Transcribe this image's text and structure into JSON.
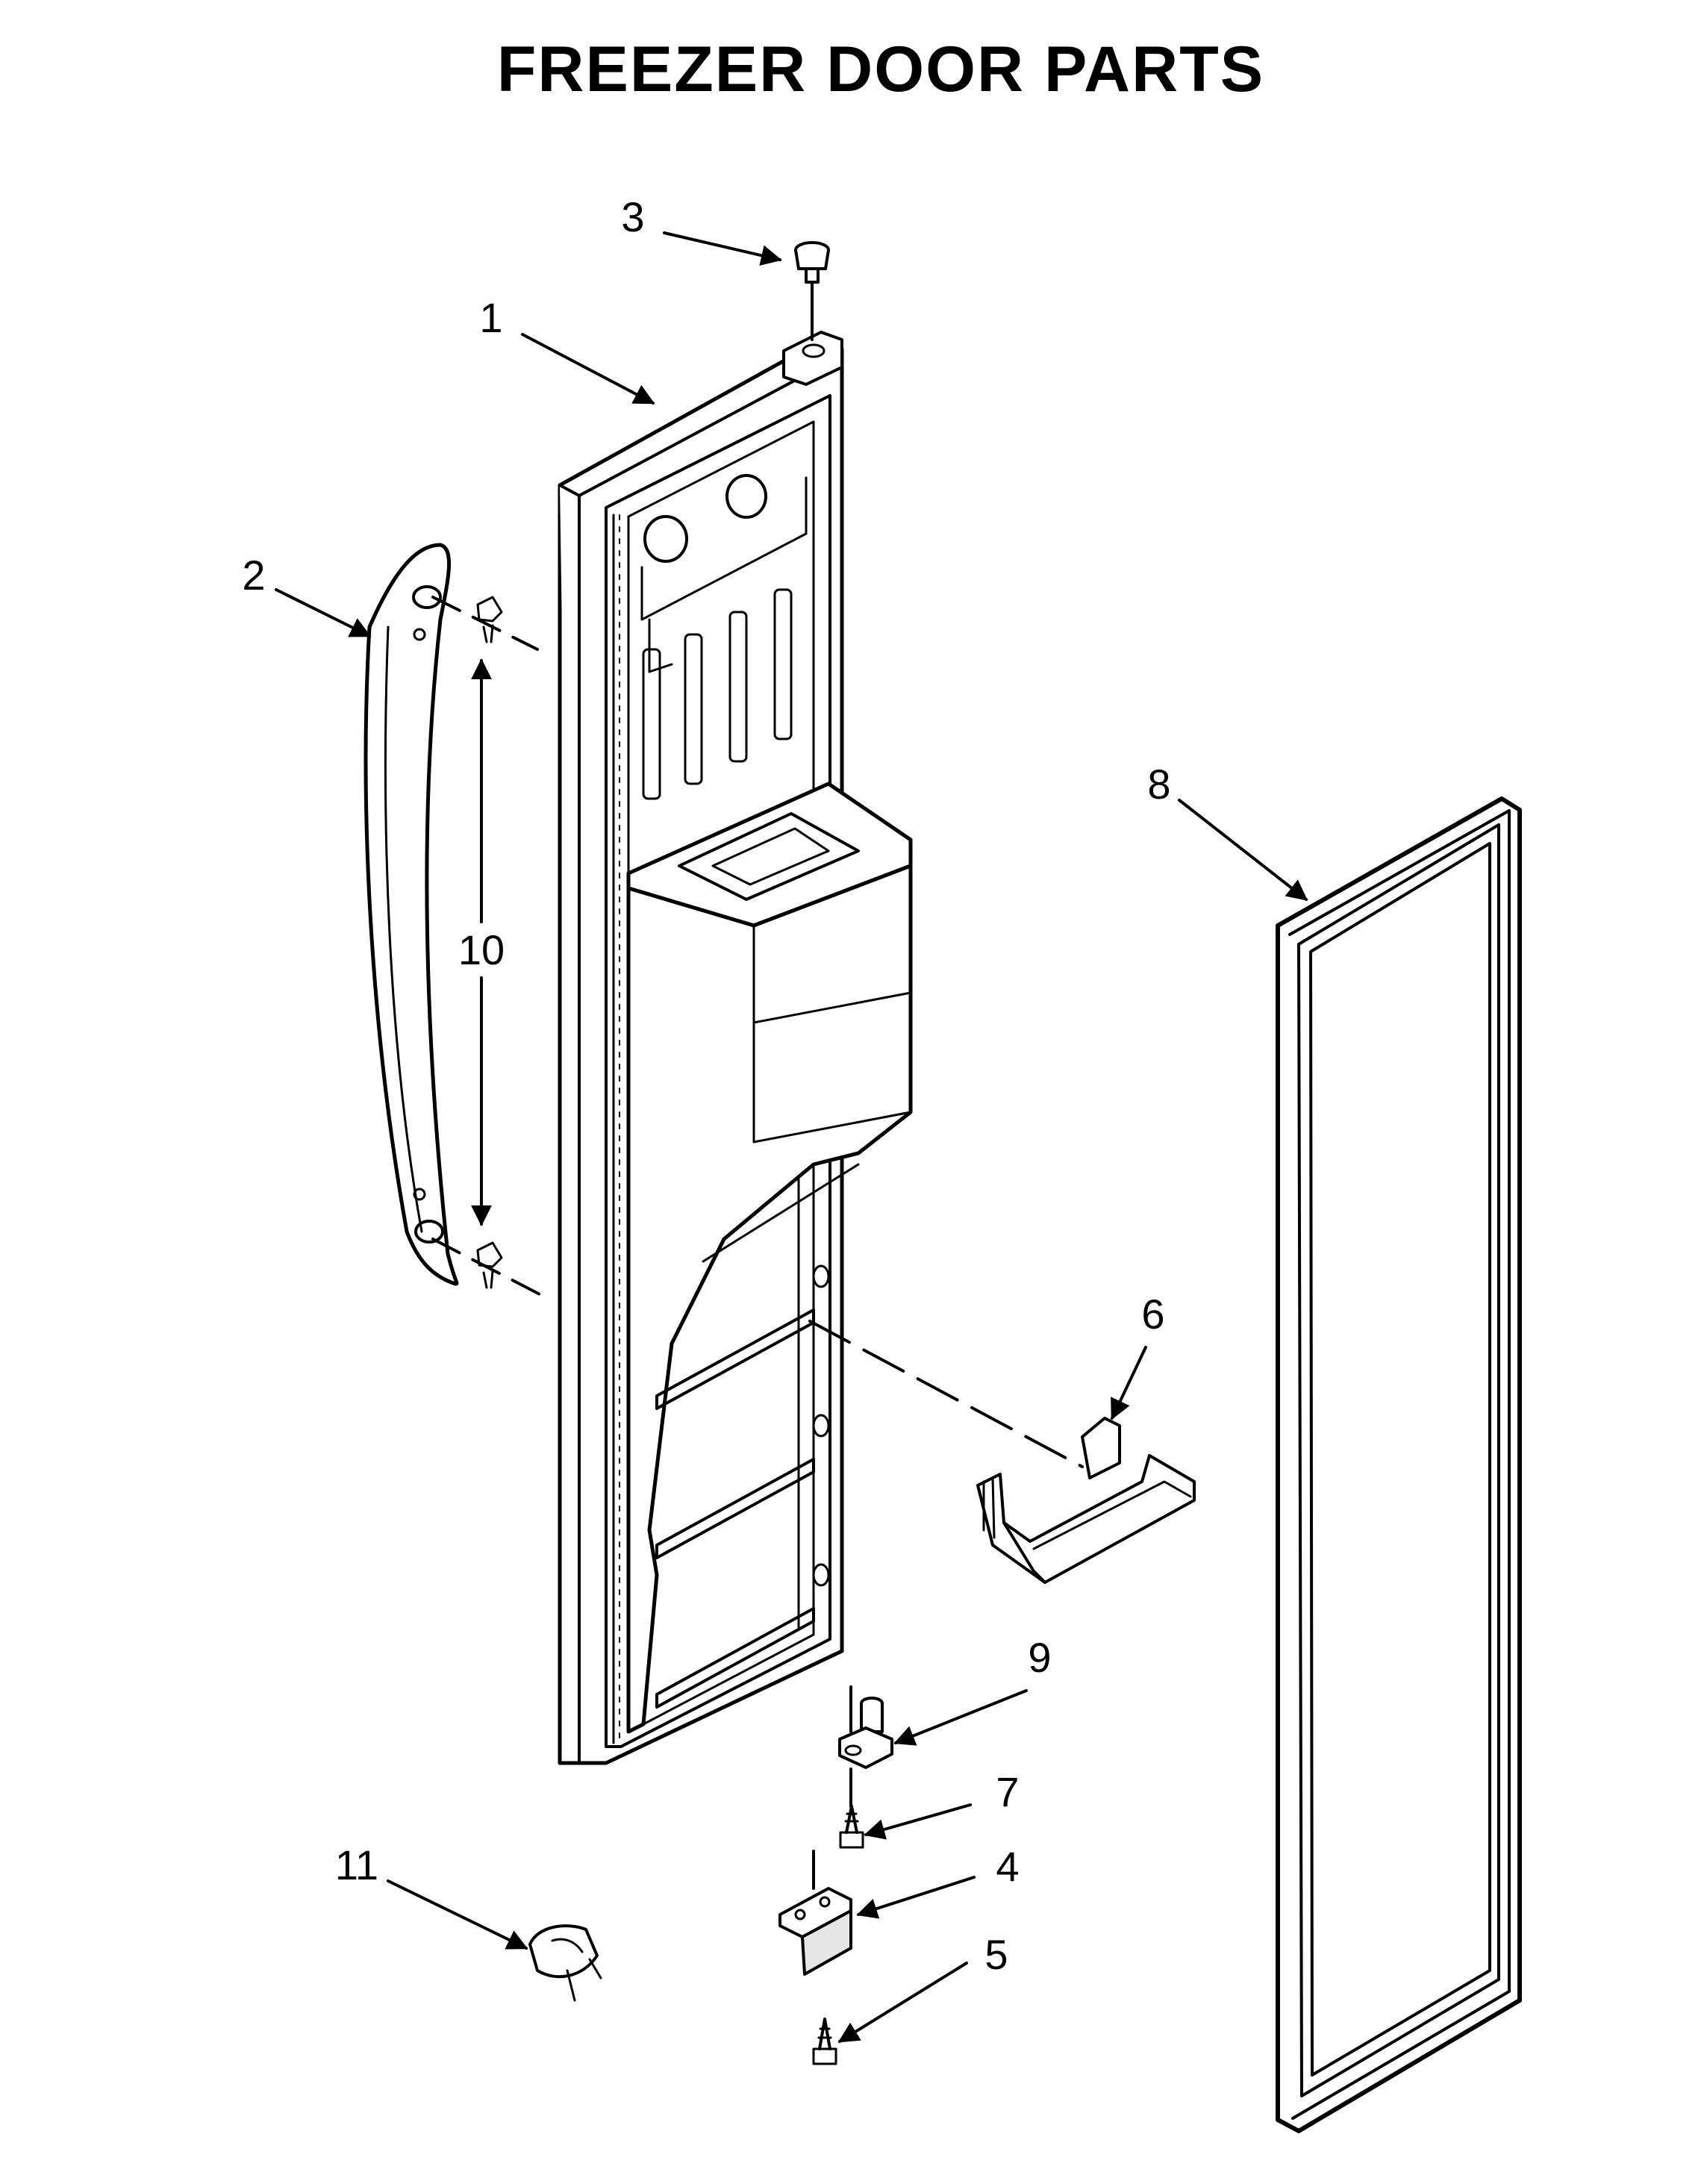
{
  "title": "FREEZER DOOR PARTS",
  "callouts": [
    {
      "id": "1",
      "label": "1"
    },
    {
      "id": "2",
      "label": "2"
    },
    {
      "id": "3",
      "label": "3"
    },
    {
      "id": "4",
      "label": "4"
    },
    {
      "id": "5",
      "label": "5"
    },
    {
      "id": "6",
      "label": "6"
    },
    {
      "id": "7",
      "label": "7"
    },
    {
      "id": "8",
      "label": "8"
    },
    {
      "id": "9",
      "label": "9"
    },
    {
      "id": "10",
      "label": "10"
    },
    {
      "id": "11",
      "label": "11"
    }
  ]
}
